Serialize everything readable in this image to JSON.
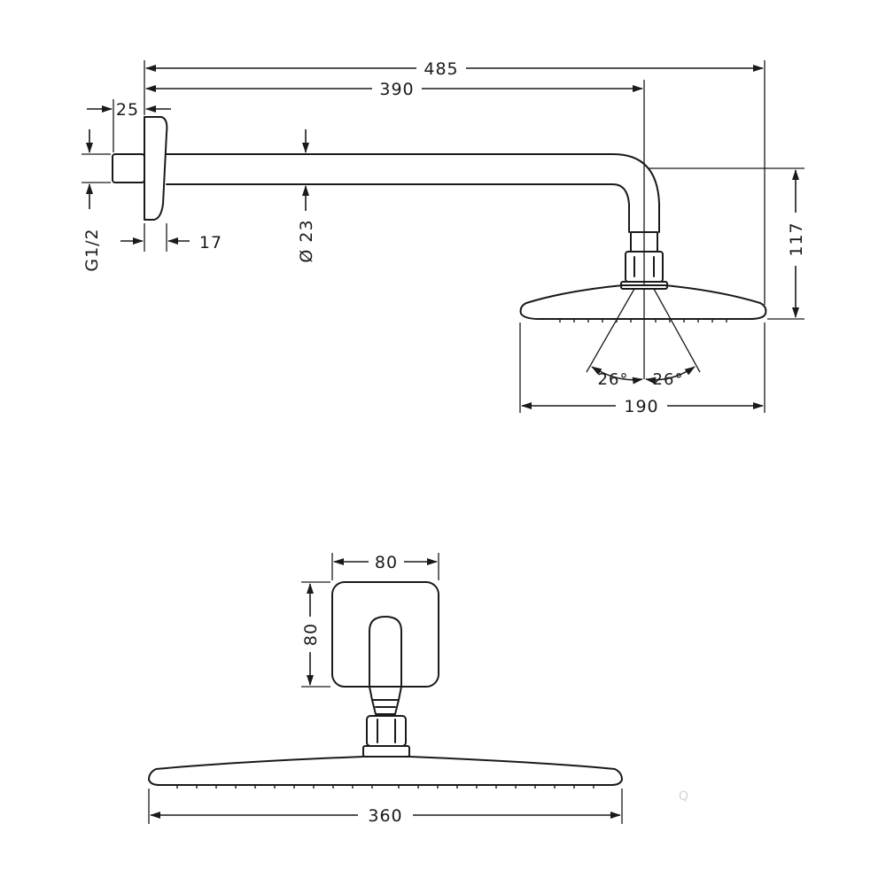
{
  "side_view": {
    "dimensions": {
      "overall_length": "485",
      "arm_length": "390",
      "flange_depth": "25",
      "thread": "G1/2",
      "flange_offset": "17",
      "arm_diameter": "Ø 23",
      "drop_height": "117",
      "head_diameter": "190",
      "spray_angle_left": "26°",
      "spray_angle_right": "26°"
    }
  },
  "front_view": {
    "dimensions": {
      "flange_width": "80",
      "flange_height": "80",
      "head_width": "360"
    }
  },
  "watermark": "Q"
}
